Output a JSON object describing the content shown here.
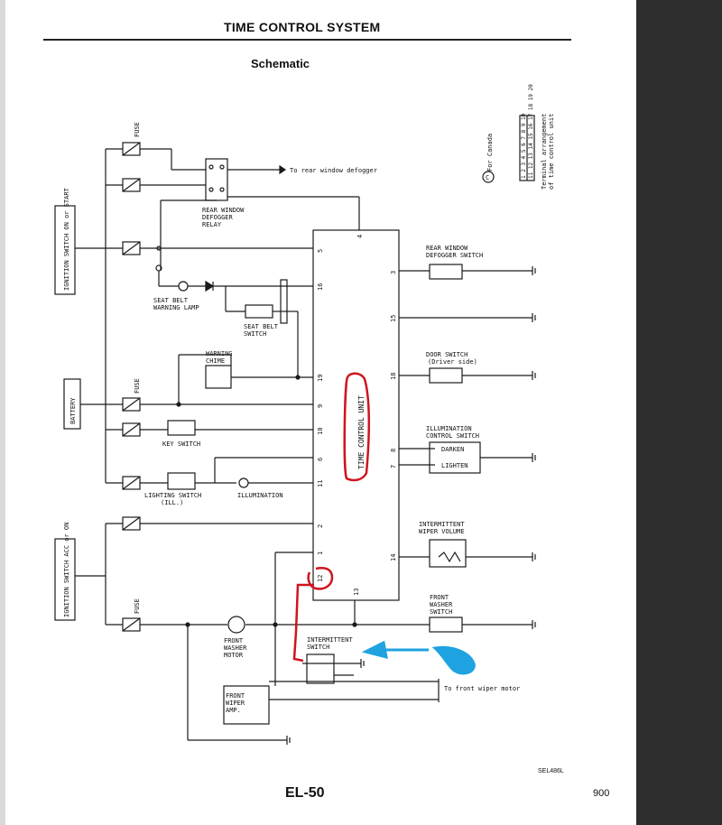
{
  "page": {
    "title": "TIME CONTROL SYSTEM",
    "subtitle": "Schematic",
    "footer": "EL-50",
    "page_number": "900",
    "figure_code": "SEL486L"
  },
  "labels": {
    "fuse": "FUSE",
    "ign_on_start": "IGNITION SWITCH ON or START",
    "battery": "BATTERY",
    "ign_acc_on": "IGNITION SWITCH ACC or ON",
    "rear_window_defogger": "To rear window defogger",
    "defogger_relay_1": "REAR WINDOW",
    "defogger_relay_2": "DEFOGGER",
    "defogger_relay_3": "RELAY",
    "seat_belt_lamp_1": "SEAT BELT",
    "seat_belt_lamp_2": "WARNING LAMP",
    "seat_belt_switch_1": "SEAT BELT",
    "seat_belt_switch_2": "SWITCH",
    "warning_chime_1": "WARNING",
    "warning_chime_2": "CHIME",
    "key_switch": "KEY SWITCH",
    "lighting_switch_1": "LIGHTING SWITCH",
    "lighting_switch_2": "(ILL.)",
    "illumination": "ILLUMINATION",
    "time_control_unit": "TIME CONTROL UNIT",
    "defogger_switch_1": "REAR WINDOW",
    "defogger_switch_2": "DEFOGGER SWITCH",
    "door_switch_1": "DOOR SWITCH",
    "door_switch_2": "(Driver side)",
    "illum_control_1": "ILLUMINATION",
    "illum_control_2": "CONTROL SWITCH",
    "darken": "DARKEN",
    "lighten": "LIGHTEN",
    "wiper_volume_1": "INTERMITTENT",
    "wiper_volume_2": "WIPER VOLUME",
    "washer_switch_1": "FRONT",
    "washer_switch_2": "WASHER",
    "washer_switch_3": "SWITCH",
    "washer_motor_1": "FRONT",
    "washer_motor_2": "WASHER",
    "washer_motor_3": "MOTOR",
    "intermittent_switch_1": "INTERMITTENT",
    "intermittent_switch_2": "SWITCH",
    "wiper_amp_1": "FRONT",
    "wiper_amp_2": "WIPER",
    "wiper_amp_3": "AMP.",
    "front_wiper_motor": "To front wiper motor",
    "canada_note": "For Canada",
    "terminal_note_1": "Terminal arrangement",
    "terminal_note_2": "of time control unit",
    "terminal_row_1": "1 2 3 4 5 6 7 8 9 10",
    "terminal_row_2": "11 12 13 14 15 16 17 18 19 20",
    "circle_c": "C"
  },
  "pins_left": [
    "5",
    "16",
    "19",
    "9",
    "10",
    "6",
    "11",
    "2",
    "1",
    "12"
  ],
  "pins_right": [
    "4",
    "3",
    "15",
    "18",
    "8",
    "7",
    "14",
    "13"
  ],
  "colors": {
    "line": "#1a1a1a",
    "annotation_red": "#d0141e",
    "annotation_blue": "#1fa3e0"
  }
}
